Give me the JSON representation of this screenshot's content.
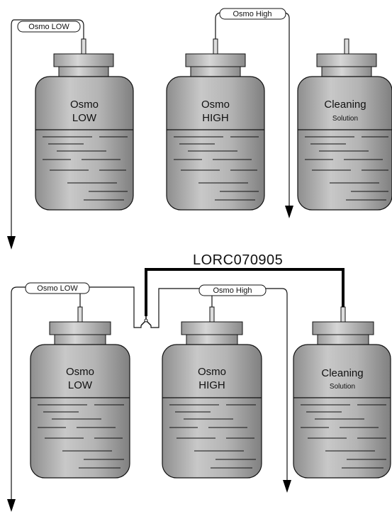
{
  "diagram_code": "LORC070905",
  "top_panel": {
    "tags": {
      "low": "Osmo LOW",
      "high": "Osmo High"
    },
    "bottles": [
      {
        "line1": "Osmo",
        "line2": "LOW",
        "line2_small": false
      },
      {
        "line1": "Osmo",
        "line2": "HIGH",
        "line2_small": false
      },
      {
        "line1": "Cleaning",
        "line2": "Solution",
        "line2_small": true
      }
    ]
  },
  "bottom_panel": {
    "tags": {
      "low": "Osmo LOW",
      "high": "Osmo High"
    },
    "bottles": [
      {
        "line1": "Osmo",
        "line2": "LOW",
        "line2_small": false
      },
      {
        "line1": "Osmo",
        "line2": "HIGH",
        "line2_small": false
      },
      {
        "line1": "Cleaning",
        "line2": "Solution",
        "line2_small": true
      }
    ]
  },
  "colors": {
    "bottle": "#a8a8a8",
    "bottle_light": "#d0d0d0",
    "outline": "#111111",
    "thick_tube": "#000000"
  }
}
